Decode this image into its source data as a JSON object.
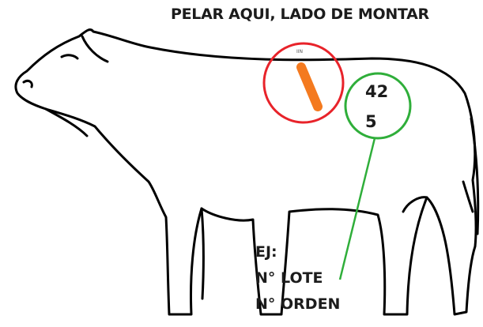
{
  "header": {
    "title": "PELAR AQUI, LADO DE MONTAR"
  },
  "marking": {
    "lot_number": "42",
    "order_number": "5"
  },
  "example": {
    "label": "EJ:",
    "line1": "N° LOTE",
    "line2": "N° ORDEN"
  },
  "tag": {
    "tiny_text": "IIN"
  },
  "colors": {
    "outline": "#000000",
    "shave_circle": "#e8232a",
    "number_circle": "#2fae3a",
    "tag_bar": "#f47a1f",
    "text": "#1c1c1c"
  }
}
